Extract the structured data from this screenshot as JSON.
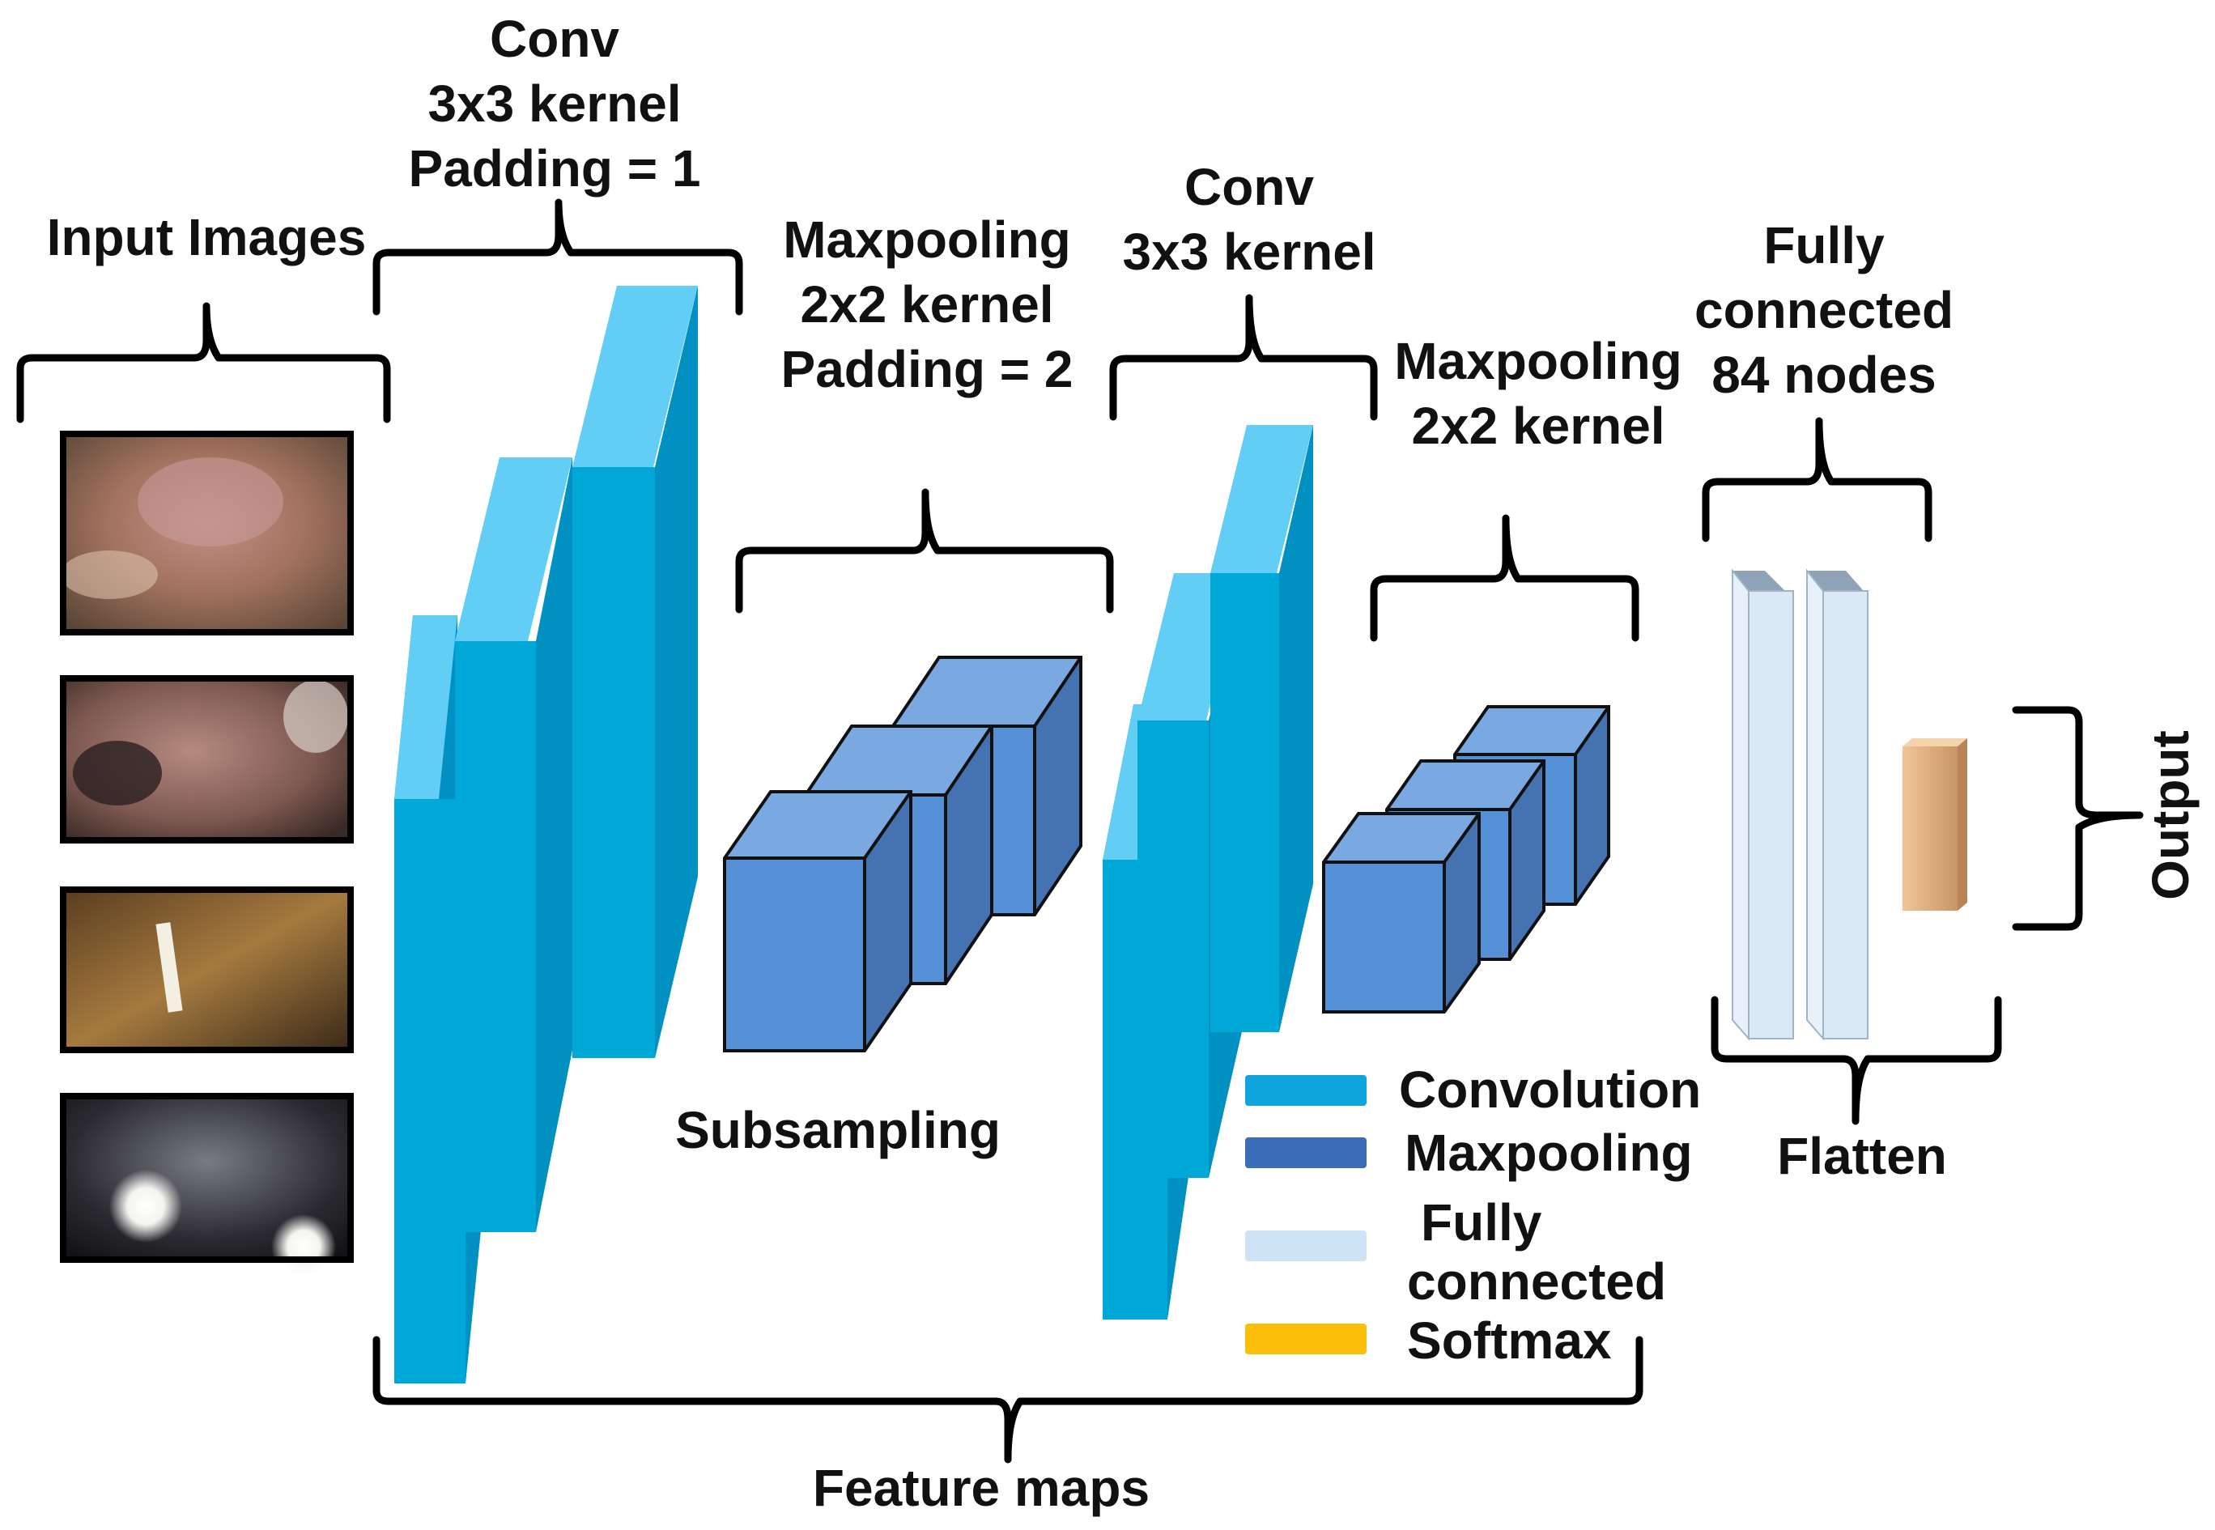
{
  "input_images": {
    "title": "Input Images",
    "thumbnails": [
      "photo-cow-udder",
      "photo-cow-body",
      "photo-barn-light",
      "photo-dark-lights"
    ]
  },
  "conv1": {
    "line1": "Conv",
    "line2": "3x3 kernel",
    "line3": "Padding  = 1"
  },
  "pool1": {
    "line1": "Maxpooling",
    "line2": "2x2 kernel",
    "line3": "Padding  = 2"
  },
  "conv2": {
    "line1": "Conv",
    "line2": "3x3 kernel"
  },
  "pool2": {
    "line1": "Maxpooling",
    "line2": "2x2 kernel"
  },
  "fc": {
    "line1": "Fully",
    "line2": "connected",
    "line3": "84 nodes"
  },
  "subsampling": "Subsampling",
  "flatten": "Flatten",
  "output": "Output",
  "feature_maps": "Feature maps",
  "legend": [
    {
      "label": "Convolution",
      "color": "#0ea5dd"
    },
    {
      "label": "Maxpooling",
      "color": "#3b6cb8"
    },
    {
      "label_line1": "Fully",
      "label_line2": "connected",
      "color": "#cfe3f6"
    },
    {
      "label": "Softmax",
      "color": "#fbbf0a"
    }
  ],
  "colors": {
    "conv_front": "#00a8d8",
    "conv_top": "#62cef5",
    "conv_side": "#0090c2",
    "pool_front": "#5590d6",
    "pool_top": "#7aa9e2",
    "pool_side": "#4572b0",
    "fc_front": "#dbe8f6",
    "fc_top": "#8fa3b8",
    "softmax": "#e2b07e"
  }
}
